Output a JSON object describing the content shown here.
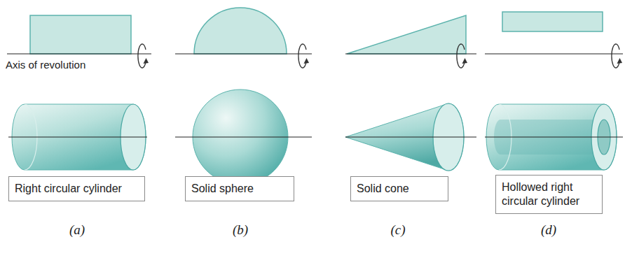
{
  "diagram": {
    "nodes": [
      {
        "text": [
          "Right circular cylinder"
        ]
      },
      {
        "text": [
          "Solid sphere"
        ]
      },
      {
        "text": [
          "Solid cone"
        ]
      },
      {
        "text": [
          "Hollowed right circular cylinder"
        ]
      }
    ],
    "labels": [
      "Axis of revolution",
      "(a)",
      "(b)",
      "(c)",
      "(d)"
    ]
  }
}
